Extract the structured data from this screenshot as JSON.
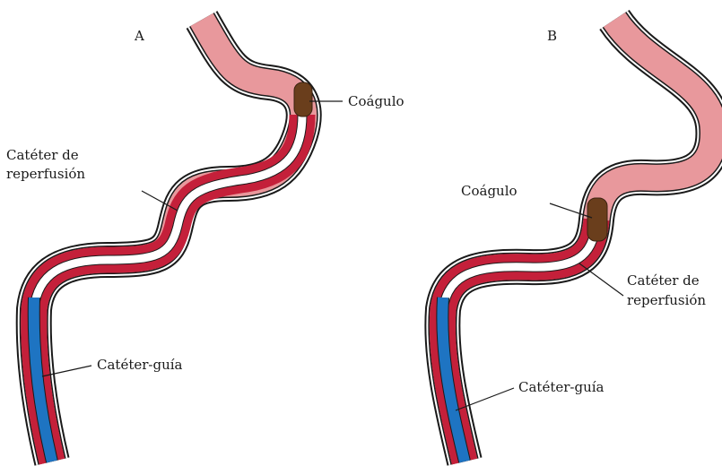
{
  "panels": [
    {
      "letter": "A",
      "labels": {
        "clot": "Coágulo",
        "reperfusion_1": "Catéter de",
        "reperfusion_2": "reperfusión",
        "guide": "Catéter-guía"
      }
    },
    {
      "letter": "B",
      "labels": {
        "clot": "Coágulo",
        "reperfusion_1": "Catéter de",
        "reperfusion_2": "reperfusión",
        "guide": "Catéter-guía"
      }
    }
  ],
  "colors": {
    "vessel_pink": "#e8989c",
    "catheter_red": "#c4203a",
    "lumen_white": "#ffffff",
    "guide_blue": "#1e74c2",
    "clot_brown": "#6a3e1c",
    "outline": "#1a1a1a"
  }
}
